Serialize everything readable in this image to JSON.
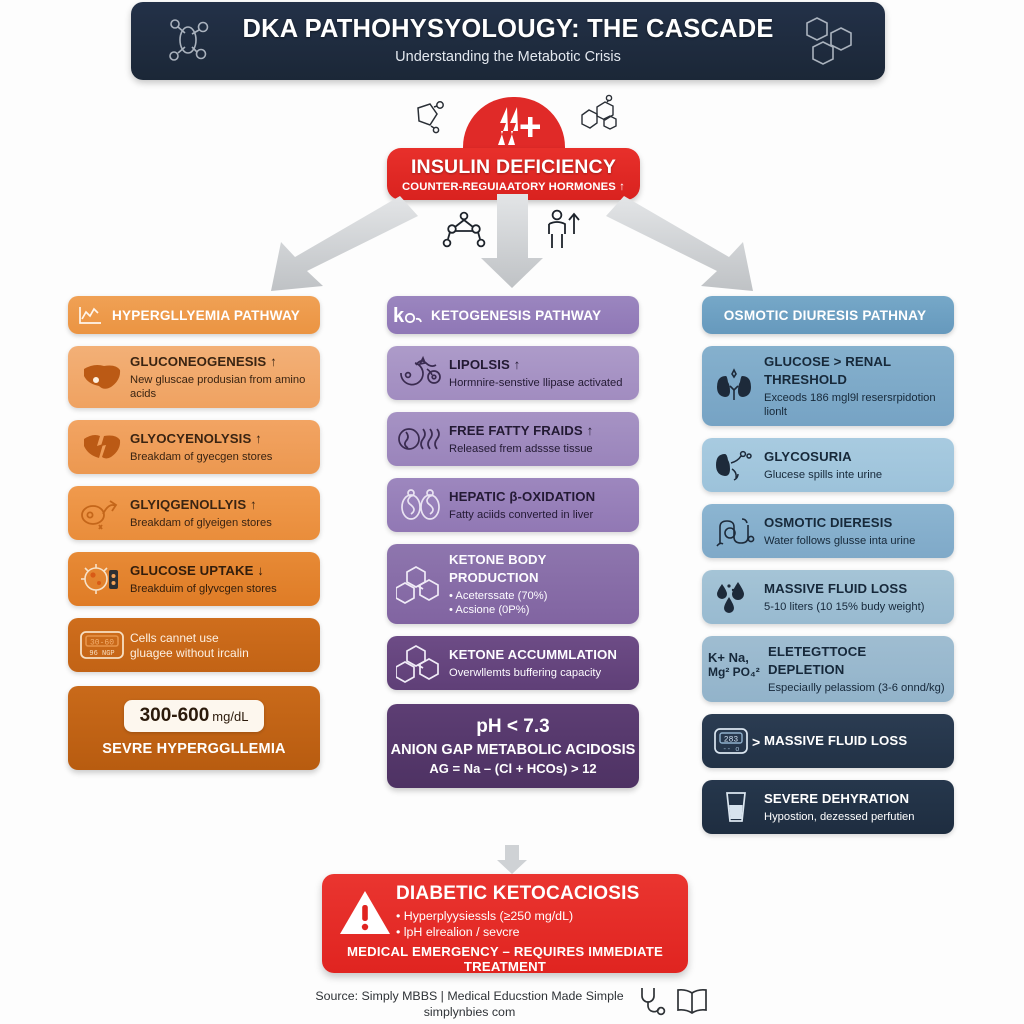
{
  "header": {
    "title": "DKA PATHOHYSYOLOUGY: THE CASCADE",
    "subtitle": "Understanding the Metabotic Crisis",
    "left_icon": "molecule-icon",
    "right_icon": "hexagon-ring-icon"
  },
  "insulin": {
    "burst_icon": "lightning-crack-plus-icon",
    "title": "INSULIN DEFICIENCY",
    "subtitle": "COUNTER-REGUIAATORY HORMONES ↑",
    "deco_left_icon": "pentagon-molecule-icon",
    "deco_right_icon": "steroid-molecule-icon",
    "deco_mid_icon": "molecule-icon",
    "deco_person_icon": "person-up-icon"
  },
  "columns": {
    "left": {
      "header": {
        "label": "HYPERGLLYEMIA PATHWAY",
        "icon": "line-chart-icon"
      },
      "steps": [
        {
          "title": "GLUCONEOGENESIS ↑",
          "sub": "New gluscae produsian from amino acids",
          "icon": "liver-icon"
        },
        {
          "title": "GLYOCYENOLYSIS ↑",
          "sub": "Breakdam of gyecgen stores",
          "icon": "liver-cracked-icon"
        },
        {
          "title": "GLYIQGENOLLYIS ↑",
          "sub": "Breakdam of glyeigen stores",
          "icon": "cell-glucose-icon"
        },
        {
          "title": "GLUCOSE UPTAKE ↓",
          "sub": "Breakduim of glyvcgen stores",
          "icon": "cell-receptor-icon"
        },
        {
          "title": "",
          "sub": "Cells cannet use\ngluagee without ircalin",
          "icon": "glucometer-icon"
        }
      ],
      "final": {
        "value": "300-600",
        "unit": "mg/dL",
        "label": "SEVRE HYPERGGLLEMIA"
      }
    },
    "mid": {
      "header": {
        "label": "KETOGENESIS PATHWAY",
        "icon": "ketone-k-icon"
      },
      "steps": [
        {
          "title": "LIPOLSIS ↑",
          "sub": "Hormnire-senstive llipase activated",
          "icon": "fat-cell-icon"
        },
        {
          "title": "FREE FATTY FRAIDS ↑",
          "sub": "Released frem adssse tissue",
          "icon": "fatty-acid-icon"
        },
        {
          "title": "HEPATIC β-OXIDATION",
          "sub": "Fatty aciids converted in liver",
          "icon": "mitochondria-icon"
        },
        {
          "title": "KETONE BODY PRODUCTION",
          "bullets": [
            "Aceterssate (70%)",
            "Acsione (0P%)"
          ],
          "icon": "hexagon-trio-icon"
        },
        {
          "title": "KETONE ACCUMMLATION",
          "sub": "Overwllemts buffering capacity",
          "icon": "hexagon-trio-icon"
        }
      ],
      "final": {
        "ph": "pH < 7.3",
        "acidosis": "ANION GAP METABOLIC ACIDOSIS",
        "formula": "AG = Na – (Cl + HCOѕ) > 12"
      }
    },
    "right": {
      "header": {
        "label": "OSMOTIC DIURESIS PATHNAY",
        "icon": ""
      },
      "steps": [
        {
          "title": "GLUCOSE > RENAL THRESHOLD",
          "sub": "Exceods 186 mgl9l resersrpidotion lionlt",
          "icon": "kidneys-icon"
        },
        {
          "title": "GLYCOSURIA",
          "sub": "Glucese spills inte urine",
          "icon": "kidney-flow-icon"
        },
        {
          "title": "OSMOTIC DIERESIS",
          "sub": "Water follows glusse inta urine",
          "icon": "nephron-icon"
        },
        {
          "title": "MASSIVE FLUID LOSS",
          "sub": "5-10 liters (10 15% budy weight)",
          "icon": "water-drops-icon"
        },
        {
          "title": "ELETEGTTOCE DEPLETION",
          "sub": "Especiaılly pelassiom (3-6 onnd/kg)",
          "icon": "electrolyte-symbols-icon",
          "icon_text": [
            "K+ Na,",
            "Mg² PO₄²"
          ]
        },
        {
          "title": "MASSIVE FLUID LOSS",
          "sub": "",
          "icon": "glucometer-icon"
        },
        {
          "title": "SEVERE DEHYRATION",
          "sub": "Hypostion, dezessed perfutien",
          "icon": "water-glass-icon"
        }
      ]
    }
  },
  "dka_final": {
    "warn_icon": "warning-triangle-icon",
    "title": "DIABETIC KETOCACIOSIS",
    "bullets": [
      "Hyperplyysiessls (≥250 mg/dL)",
      "lpH elrealion / sevcre"
    ],
    "banner": "MEDICAL EMERGENCY – REQUIRES IMMEDIATE TREATMENT"
  },
  "footer": {
    "line1": "Source: Simply MBBS | Medical Educstion Made Simple",
    "line2": "simplynbies com",
    "icon1": "stethoscope-icon",
    "icon2": "open-book-icon"
  },
  "colors": {
    "header_navy": "#1b2737",
    "danger_red": "#e02420",
    "orange": "#eb9442",
    "purple": "#8f77b6",
    "blue": "#6699bd",
    "arrow_gray": "#c9cbcd"
  }
}
